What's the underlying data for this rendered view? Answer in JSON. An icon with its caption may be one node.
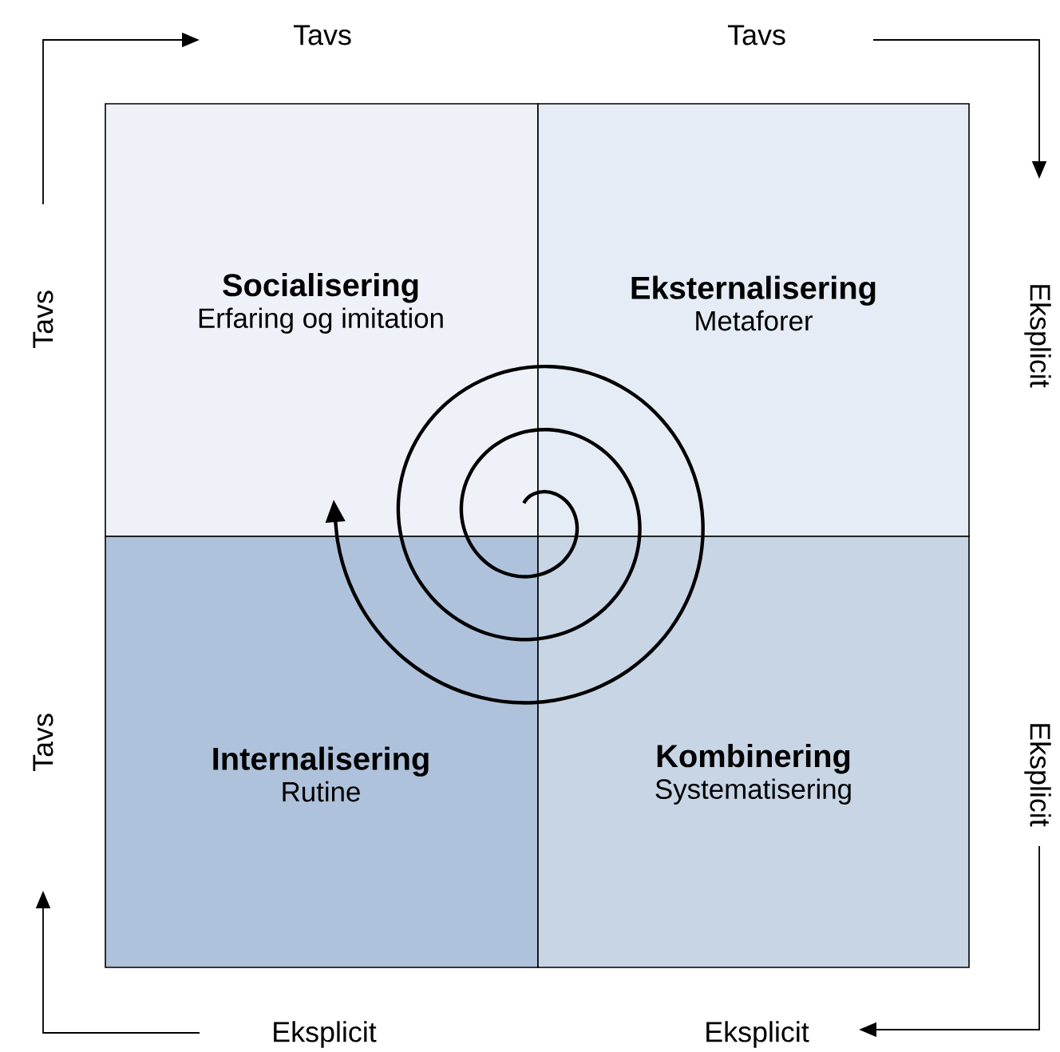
{
  "diagram": {
    "nodes": [
      {
        "text": [
          "Socialisering",
          "Erfaring og imitation"
        ]
      },
      {
        "text": [
          "Eksternalisering",
          "Metaforer"
        ]
      },
      {
        "text": [
          "Internalisering",
          "Rutine"
        ]
      },
      {
        "text": [
          "Kombinering",
          "Systematisering"
        ]
      }
    ],
    "labels": [
      "Tavs",
      "Tavs",
      "Tavs",
      "Eksplicit",
      "Tavs",
      "Eksplicit",
      "Eksplicit",
      "Eksplicit"
    ]
  }
}
